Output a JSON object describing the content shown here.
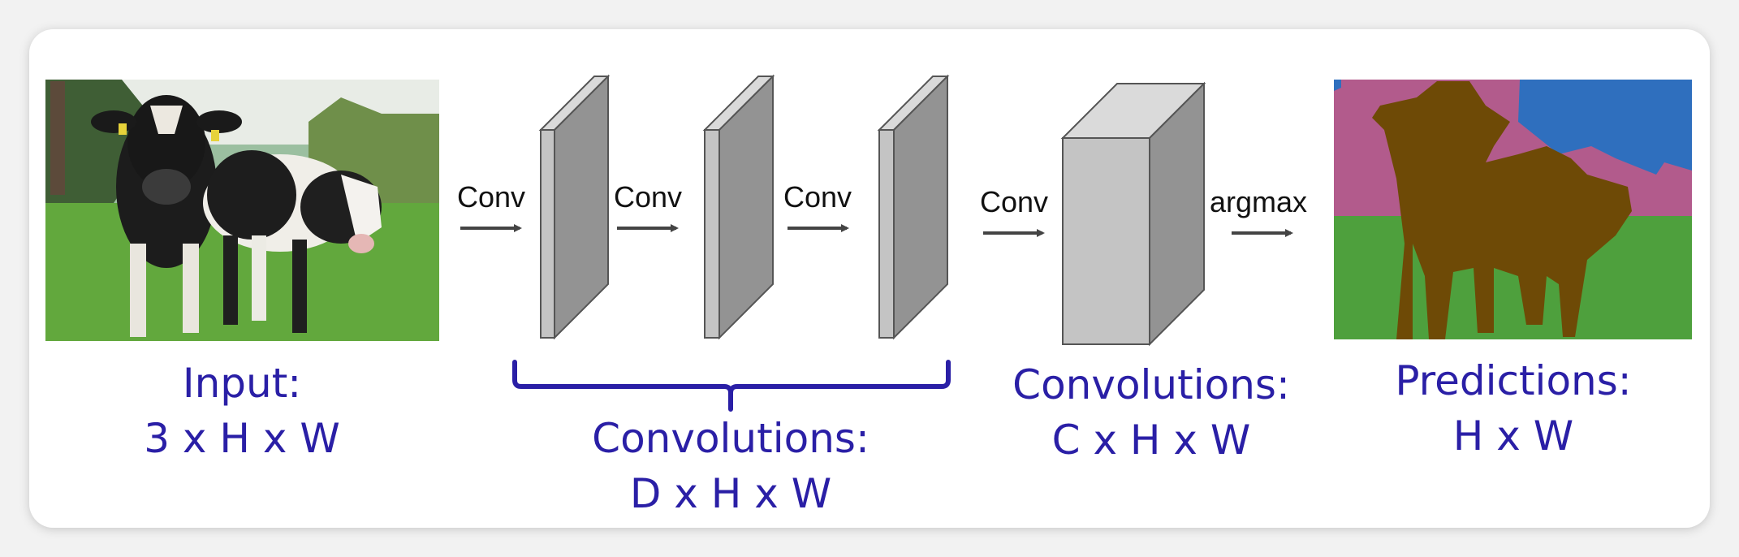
{
  "labels": {
    "conv": "Conv",
    "argmax": "argmax"
  },
  "captions": {
    "input": {
      "title": "Input:",
      "dims": "3 x H x W"
    },
    "middle": {
      "title": "Convolutions:",
      "dims": "D x H x W"
    },
    "final": {
      "title": "Convolutions:",
      "dims": "C x H x W"
    },
    "predictions": {
      "title": "Predictions:",
      "dims": "H x W"
    }
  },
  "colors": {
    "caption": "#2a1fa6",
    "brace": "#2a1fa6",
    "layer_front": "#c4c4c4",
    "layer_side": "#939393",
    "layer_top": "#dadada",
    "arrow": "#444444",
    "seg_sky": "#2f6fbe",
    "seg_tree": "#b25b8c",
    "seg_grass": "#4ea03d",
    "seg_cow": "#6e4a06"
  },
  "icons": {
    "input_image": "photo-two-cows-icon",
    "prediction_image": "segmentation-map-icon"
  }
}
